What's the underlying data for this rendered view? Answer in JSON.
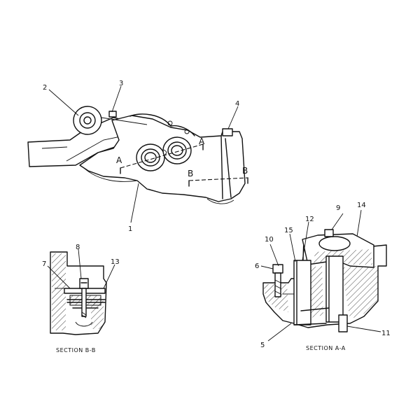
{
  "callouts": {
    "c1": "1",
    "c2": "2",
    "c3": "3",
    "c4": "4",
    "c5": "5",
    "c6": "6",
    "c7": "7",
    "c8": "8",
    "c9": "9",
    "c10": "10",
    "c11": "11",
    "c12": "12",
    "c13": "13",
    "c14": "14",
    "c15": "15"
  },
  "section_marks": {
    "a1": "A",
    "a2": "A",
    "b1": "B",
    "b2": "B"
  },
  "captions": {
    "section_bb": "SECTION B-B",
    "section_aa": "SECTION A-A"
  }
}
